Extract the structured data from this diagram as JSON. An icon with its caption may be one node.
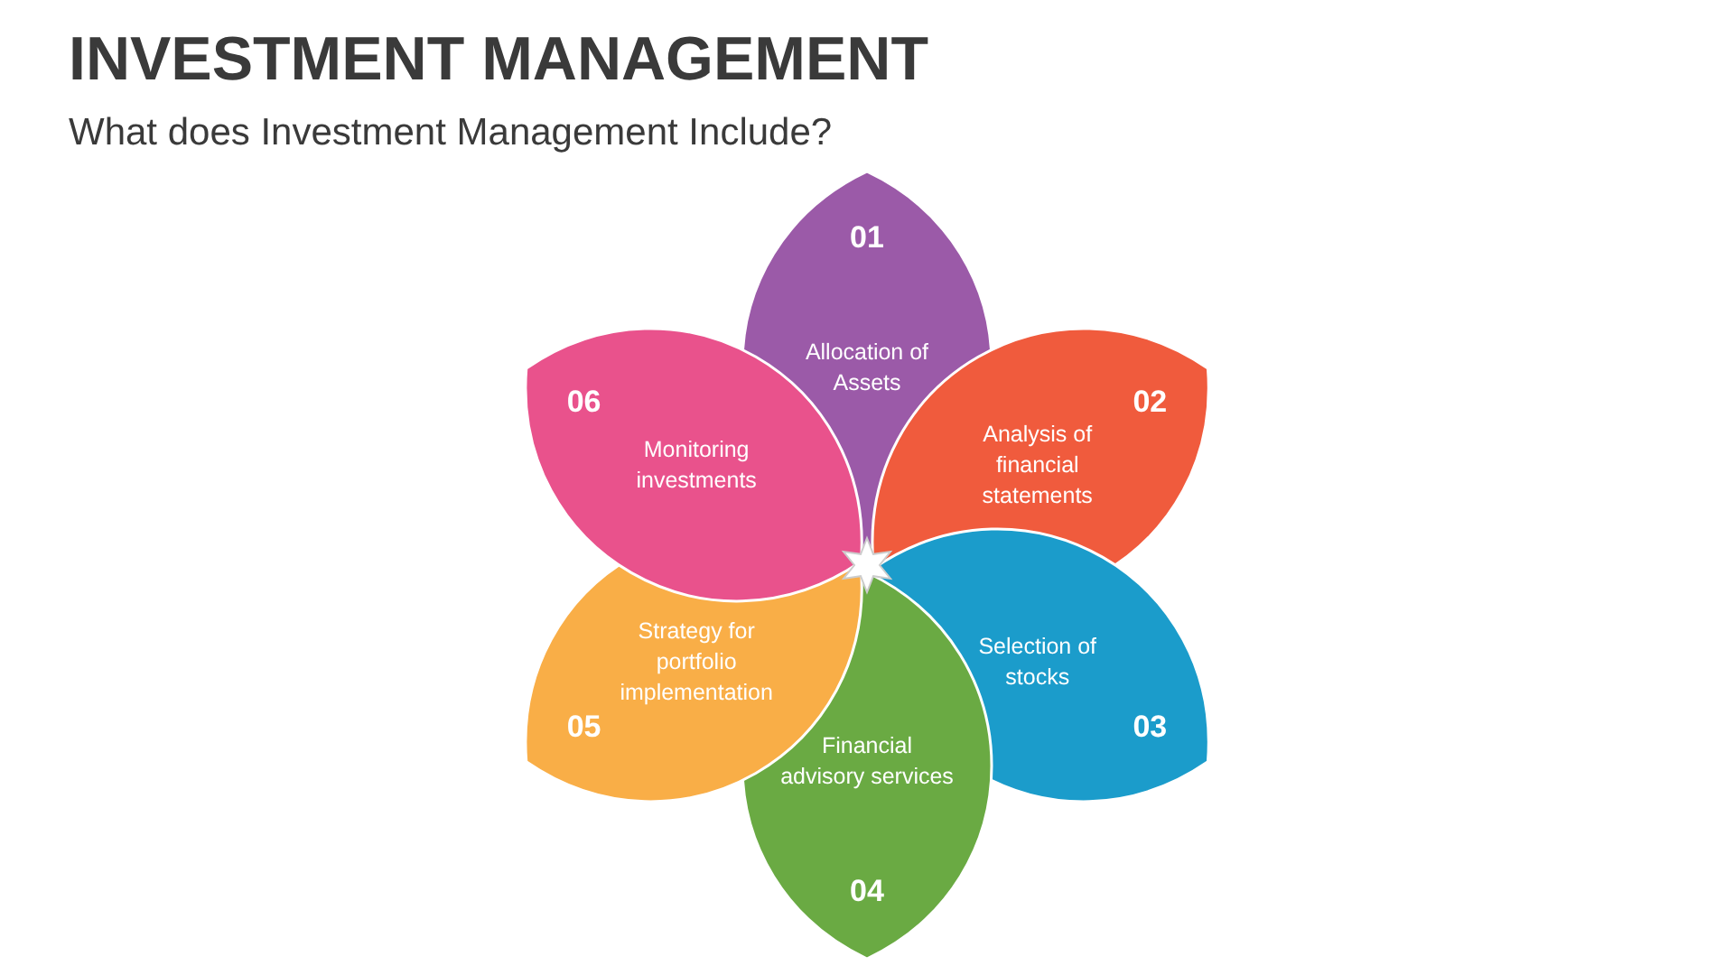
{
  "diagram": {
    "title": "INVESTMENT MANAGEMENT",
    "nodes": [
      {
        "text": [
          "01",
          "Allocation of Assets"
        ]
      },
      {
        "text": [
          "02",
          "Analysis of financial statements"
        ]
      },
      {
        "text": [
          "Selection of stocks",
          "03"
        ]
      },
      {
        "text": [
          "Financial advisory services",
          "04"
        ]
      },
      {
        "text": [
          "Strategy for portfolio implementation",
          "05"
        ]
      },
      {
        "text": [
          "06",
          "Monitoring investments"
        ]
      }
    ],
    "labels": [
      "What does Investment Management Include?"
    ]
  }
}
